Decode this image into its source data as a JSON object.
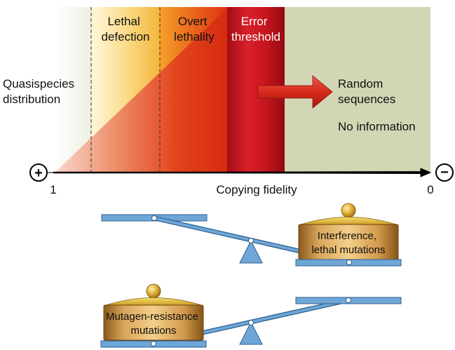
{
  "top_diagram": {
    "left_label_line1": "Quasispecies",
    "left_label_line2": "distribution",
    "zones": [
      {
        "line1": "Lethal",
        "line2": "defection"
      },
      {
        "line1": "Overt",
        "line2": "lethality"
      },
      {
        "line1": "Error",
        "line2": "threshold"
      }
    ],
    "random_line1": "Random",
    "random_line2": "sequences",
    "no_information": "No information",
    "axis": {
      "title": "Copying fidelity",
      "left_value": "1",
      "right_value": "0",
      "left_symbol": "+",
      "right_symbol": "−"
    },
    "colors": {
      "lethal_defection": "#f6c04a",
      "overt_lethality": "#e03a12",
      "error_threshold": "#c4141c",
      "random_zone": "#d3d6b4",
      "arrow": "#d42a1c"
    }
  },
  "seesaw_top": {
    "weight_line1": "Interference,",
    "weight_line2": "lethal mutations"
  },
  "seesaw_bottom": {
    "weight_line1": "Mutagen-resistance",
    "weight_line2": "mutations"
  }
}
